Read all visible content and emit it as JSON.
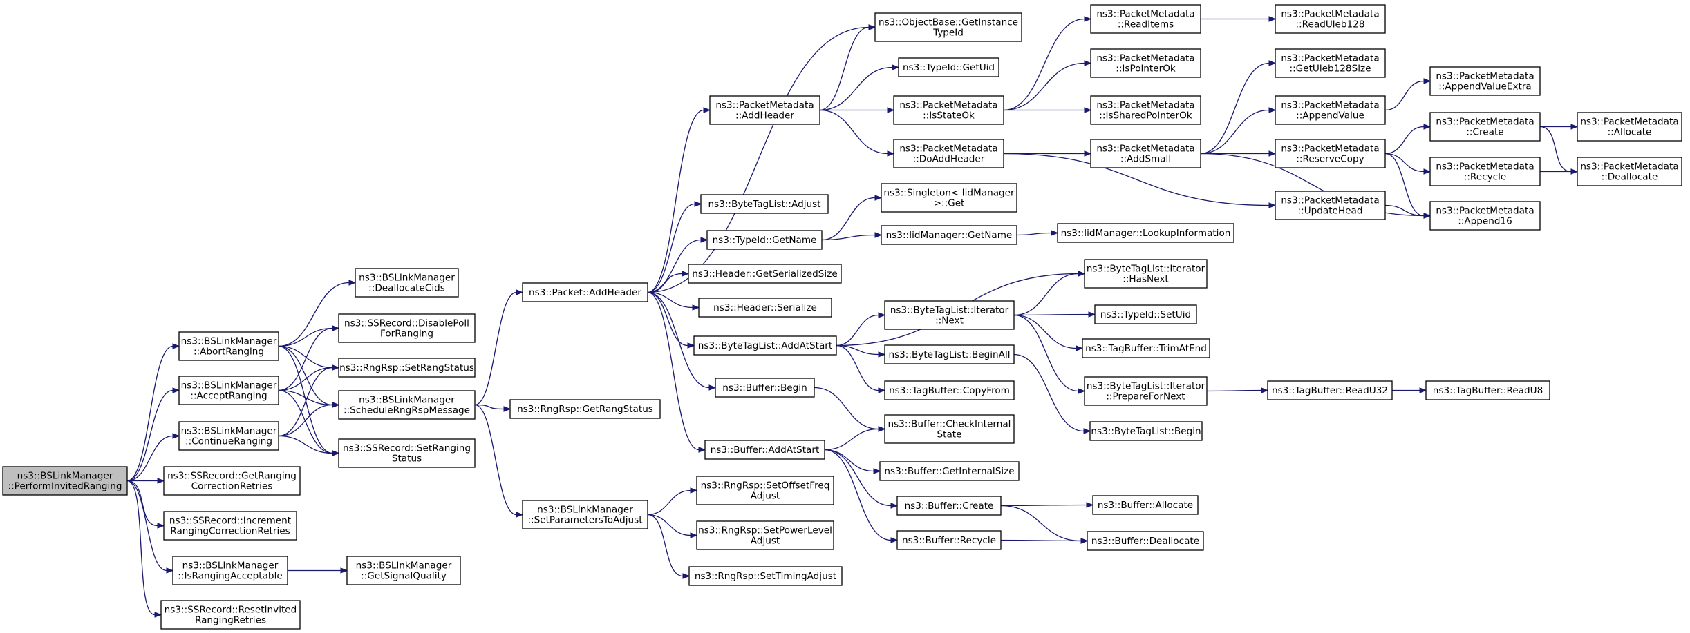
{
  "colors": {
    "edge": "#191970",
    "node_border": "#000000",
    "node_fill": "#ffffff",
    "root_fill": "#bfbfbf"
  },
  "nodes": [
    {
      "id": "n0",
      "lines": [
        "ns3::BSLinkManager",
        "::PerformInvitedRanging"
      ],
      "root": true
    },
    {
      "id": "n1",
      "lines": [
        "ns3::BSLinkManager",
        "::AbortRanging"
      ]
    },
    {
      "id": "n2",
      "lines": [
        "ns3::BSLinkManager",
        "::AcceptRanging"
      ]
    },
    {
      "id": "n3",
      "lines": [
        "ns3::BSLinkManager",
        "::ContinueRanging"
      ]
    },
    {
      "id": "n4",
      "lines": [
        "ns3::SSRecord::GetRanging",
        "CorrectionRetries"
      ]
    },
    {
      "id": "n5",
      "lines": [
        "ns3::SSRecord::Increment",
        "RangingCorrectionRetries"
      ]
    },
    {
      "id": "n6",
      "lines": [
        "ns3::BSLinkManager",
        "::IsRangingAcceptable"
      ]
    },
    {
      "id": "n7",
      "lines": [
        "ns3::SSRecord::ResetInvited",
        "RangingRetries"
      ]
    },
    {
      "id": "n8",
      "lines": [
        "ns3::BSLinkManager",
        "::DeallocateCids"
      ]
    },
    {
      "id": "n9",
      "lines": [
        "ns3::SSRecord::DisablePoll",
        "ForRanging"
      ]
    },
    {
      "id": "n10",
      "lines": [
        "ns3::RngRsp::SetRangStatus"
      ]
    },
    {
      "id": "n11",
      "lines": [
        "ns3::BSLinkManager",
        "::ScheduleRngRspMessage"
      ]
    },
    {
      "id": "n12",
      "lines": [
        "ns3::SSRecord::SetRanging",
        "Status"
      ]
    },
    {
      "id": "n13",
      "lines": [
        "ns3::BSLinkManager",
        "::GetSignalQuality"
      ]
    },
    {
      "id": "n14",
      "lines": [
        "ns3::Packet::AddHeader"
      ]
    },
    {
      "id": "n15",
      "lines": [
        "ns3::RngRsp::GetRangStatus"
      ]
    },
    {
      "id": "n16",
      "lines": [
        "ns3::BSLinkManager",
        "::SetParametersToAdjust"
      ]
    },
    {
      "id": "n17",
      "lines": [
        "ns3::PacketMetadata",
        "::AddHeader"
      ]
    },
    {
      "id": "n18",
      "lines": [
        "ns3::ByteTagList::Adjust"
      ]
    },
    {
      "id": "n19",
      "lines": [
        "ns3::TypeId::GetName"
      ]
    },
    {
      "id": "n20",
      "lines": [
        "ns3::Header::GetSerializedSize"
      ]
    },
    {
      "id": "n21",
      "lines": [
        "ns3::Header::Serialize"
      ]
    },
    {
      "id": "n22",
      "lines": [
        "ns3::ByteTagList::AddAtStart"
      ]
    },
    {
      "id": "n23",
      "lines": [
        "ns3::Buffer::Begin"
      ]
    },
    {
      "id": "n24",
      "lines": [
        "ns3::Buffer::AddAtStart"
      ]
    },
    {
      "id": "n25",
      "lines": [
        "ns3::RngRsp::SetOffsetFreq",
        "Adjust"
      ]
    },
    {
      "id": "n26",
      "lines": [
        "ns3::RngRsp::SetPowerLevel",
        "Adjust"
      ]
    },
    {
      "id": "n27",
      "lines": [
        "ns3::RngRsp::SetTimingAdjust"
      ]
    },
    {
      "id": "n28",
      "lines": [
        "ns3::ObjectBase::GetInstance",
        "TypeId"
      ]
    },
    {
      "id": "n29",
      "lines": [
        "ns3::TypeId::GetUid"
      ]
    },
    {
      "id": "n30",
      "lines": [
        "ns3::PacketMetadata",
        "::IsStateOk"
      ]
    },
    {
      "id": "n31",
      "lines": [
        "ns3::PacketMetadata",
        "::DoAddHeader"
      ]
    },
    {
      "id": "n32",
      "lines": [
        "ns3::Singleton< IidManager",
        ">::Get"
      ]
    },
    {
      "id": "n33",
      "lines": [
        "ns3::IidManager::GetName"
      ]
    },
    {
      "id": "n34",
      "lines": [
        "ns3::ByteTagList::Iterator",
        "::Next"
      ]
    },
    {
      "id": "n35",
      "lines": [
        "ns3::ByteTagList::BeginAll"
      ]
    },
    {
      "id": "n36",
      "lines": [
        "ns3::TagBuffer::CopyFrom"
      ]
    },
    {
      "id": "n37",
      "lines": [
        "ns3::Buffer::CheckInternal",
        "State"
      ]
    },
    {
      "id": "n38",
      "lines": [
        "ns3::Buffer::GetInternalSize"
      ]
    },
    {
      "id": "n39",
      "lines": [
        "ns3::Buffer::Create"
      ]
    },
    {
      "id": "n40",
      "lines": [
        "ns3::Buffer::Recycle"
      ]
    },
    {
      "id": "n41",
      "lines": [
        "ns3::PacketMetadata",
        "::ReadItems"
      ]
    },
    {
      "id": "n42",
      "lines": [
        "ns3::PacketMetadata",
        "::IsPointerOk"
      ]
    },
    {
      "id": "n43",
      "lines": [
        "ns3::PacketMetadata",
        "::IsSharedPointerOk"
      ]
    },
    {
      "id": "n44",
      "lines": [
        "ns3::PacketMetadata",
        "::AddSmall"
      ]
    },
    {
      "id": "n45",
      "lines": [
        "ns3::IidManager::LookupInformation"
      ]
    },
    {
      "id": "n46",
      "lines": [
        "ns3::ByteTagList::Iterator",
        "::HasNext"
      ]
    },
    {
      "id": "n47",
      "lines": [
        "ns3::TypeId::SetUid"
      ]
    },
    {
      "id": "n48",
      "lines": [
        "ns3::TagBuffer::TrimAtEnd"
      ]
    },
    {
      "id": "n49",
      "lines": [
        "ns3::ByteTagList::Iterator",
        "::PrepareForNext"
      ]
    },
    {
      "id": "n50",
      "lines": [
        "ns3::ByteTagList::Begin"
      ]
    },
    {
      "id": "n51",
      "lines": [
        "ns3::Buffer::Allocate"
      ]
    },
    {
      "id": "n52",
      "lines": [
        "ns3::Buffer::Deallocate"
      ]
    },
    {
      "id": "n53",
      "lines": [
        "ns3::PacketMetadata",
        "::ReadUleb128"
      ]
    },
    {
      "id": "n54",
      "lines": [
        "ns3::PacketMetadata",
        "::GetUleb128Size"
      ]
    },
    {
      "id": "n55",
      "lines": [
        "ns3::PacketMetadata",
        "::AppendValue"
      ]
    },
    {
      "id": "n56",
      "lines": [
        "ns3::PacketMetadata",
        "::ReserveCopy"
      ]
    },
    {
      "id": "n57",
      "lines": [
        "ns3::PacketMetadata",
        "::UpdateHead"
      ]
    },
    {
      "id": "n58",
      "lines": [
        "ns3::TagBuffer::ReadU32"
      ]
    },
    {
      "id": "n59",
      "lines": [
        "ns3::PacketMetadata",
        "::AppendValueExtra"
      ]
    },
    {
      "id": "n60",
      "lines": [
        "ns3::PacketMetadata",
        "::Create"
      ]
    },
    {
      "id": "n61",
      "lines": [
        "ns3::PacketMetadata",
        "::Recycle"
      ]
    },
    {
      "id": "n62",
      "lines": [
        "ns3::PacketMetadata",
        "::Append16"
      ]
    },
    {
      "id": "n63",
      "lines": [
        "ns3::TagBuffer::ReadU8"
      ]
    },
    {
      "id": "n64",
      "lines": [
        "ns3::PacketMetadata",
        "::Allocate"
      ]
    },
    {
      "id": "n65",
      "lines": [
        "ns3::PacketMetadata",
        "::Deallocate"
      ]
    }
  ],
  "edges": [
    [
      "n0",
      "n1"
    ],
    [
      "n0",
      "n2"
    ],
    [
      "n0",
      "n3"
    ],
    [
      "n0",
      "n4"
    ],
    [
      "n0",
      "n5"
    ],
    [
      "n0",
      "n6"
    ],
    [
      "n0",
      "n7"
    ],
    [
      "n1",
      "n8"
    ],
    [
      "n1",
      "n9"
    ],
    [
      "n1",
      "n10"
    ],
    [
      "n1",
      "n11"
    ],
    [
      "n1",
      "n12"
    ],
    [
      "n2",
      "n9"
    ],
    [
      "n2",
      "n10"
    ],
    [
      "n2",
      "n11"
    ],
    [
      "n2",
      "n12"
    ],
    [
      "n3",
      "n10"
    ],
    [
      "n3",
      "n11"
    ],
    [
      "n3",
      "n12"
    ],
    [
      "n6",
      "n13"
    ],
    [
      "n11",
      "n14"
    ],
    [
      "n11",
      "n15"
    ],
    [
      "n11",
      "n16"
    ],
    [
      "n14",
      "n17"
    ],
    [
      "n14",
      "n18"
    ],
    [
      "n14",
      "n19"
    ],
    [
      "n14",
      "n20"
    ],
    [
      "n14",
      "n21"
    ],
    [
      "n14",
      "n22"
    ],
    [
      "n14",
      "n23"
    ],
    [
      "n14",
      "n24"
    ],
    [
      "n14",
      "n28"
    ],
    [
      "n16",
      "n25"
    ],
    [
      "n16",
      "n26"
    ],
    [
      "n16",
      "n27"
    ],
    [
      "n17",
      "n28"
    ],
    [
      "n17",
      "n29"
    ],
    [
      "n17",
      "n30"
    ],
    [
      "n17",
      "n31"
    ],
    [
      "n19",
      "n32"
    ],
    [
      "n19",
      "n33"
    ],
    [
      "n22",
      "n34"
    ],
    [
      "n22",
      "n35"
    ],
    [
      "n22",
      "n36"
    ],
    [
      "n22",
      "n46"
    ],
    [
      "n23",
      "n37"
    ],
    [
      "n24",
      "n37"
    ],
    [
      "n24",
      "n38"
    ],
    [
      "n24",
      "n39"
    ],
    [
      "n24",
      "n40"
    ],
    [
      "n30",
      "n41"
    ],
    [
      "n30",
      "n42"
    ],
    [
      "n30",
      "n43"
    ],
    [
      "n31",
      "n44"
    ],
    [
      "n31",
      "n57"
    ],
    [
      "n33",
      "n45"
    ],
    [
      "n34",
      "n46"
    ],
    [
      "n34",
      "n47"
    ],
    [
      "n34",
      "n48"
    ],
    [
      "n34",
      "n49"
    ],
    [
      "n35",
      "n50"
    ],
    [
      "n39",
      "n51"
    ],
    [
      "n39",
      "n52"
    ],
    [
      "n40",
      "n52"
    ],
    [
      "n41",
      "n53"
    ],
    [
      "n44",
      "n54"
    ],
    [
      "n44",
      "n55"
    ],
    [
      "n44",
      "n56"
    ],
    [
      "n44",
      "n62"
    ],
    [
      "n49",
      "n58"
    ],
    [
      "n55",
      "n59"
    ],
    [
      "n56",
      "n60"
    ],
    [
      "n56",
      "n61"
    ],
    [
      "n56",
      "n62"
    ],
    [
      "n57",
      "n62"
    ],
    [
      "n58",
      "n63"
    ],
    [
      "n60",
      "n64"
    ],
    [
      "n60",
      "n65"
    ],
    [
      "n61",
      "n65"
    ]
  ]
}
